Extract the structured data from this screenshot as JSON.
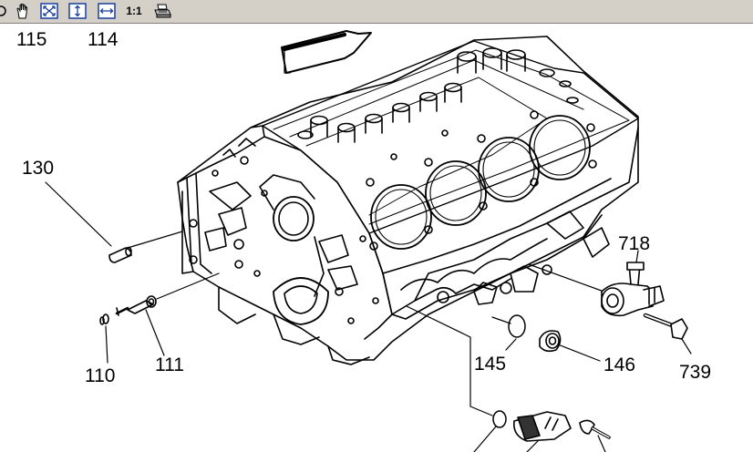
{
  "toolbar": {
    "tools": [
      {
        "name": "pan-hand-tool",
        "icon": "hand-icon"
      },
      {
        "name": "fit-window",
        "icon": "fit-window-icon"
      },
      {
        "name": "fit-height",
        "icon": "fit-height-icon"
      },
      {
        "name": "fit-width",
        "icon": "fit-width-icon"
      },
      {
        "name": "actual-size",
        "label": "1:1"
      },
      {
        "name": "print",
        "icon": "printer-icon"
      }
    ]
  },
  "diagram": {
    "callouts": {
      "c115": "115",
      "c114": "114",
      "c130": "130",
      "c718": "718",
      "c111": "111",
      "c110": "110",
      "c145": "145",
      "c146": "146",
      "c739": "739"
    }
  }
}
